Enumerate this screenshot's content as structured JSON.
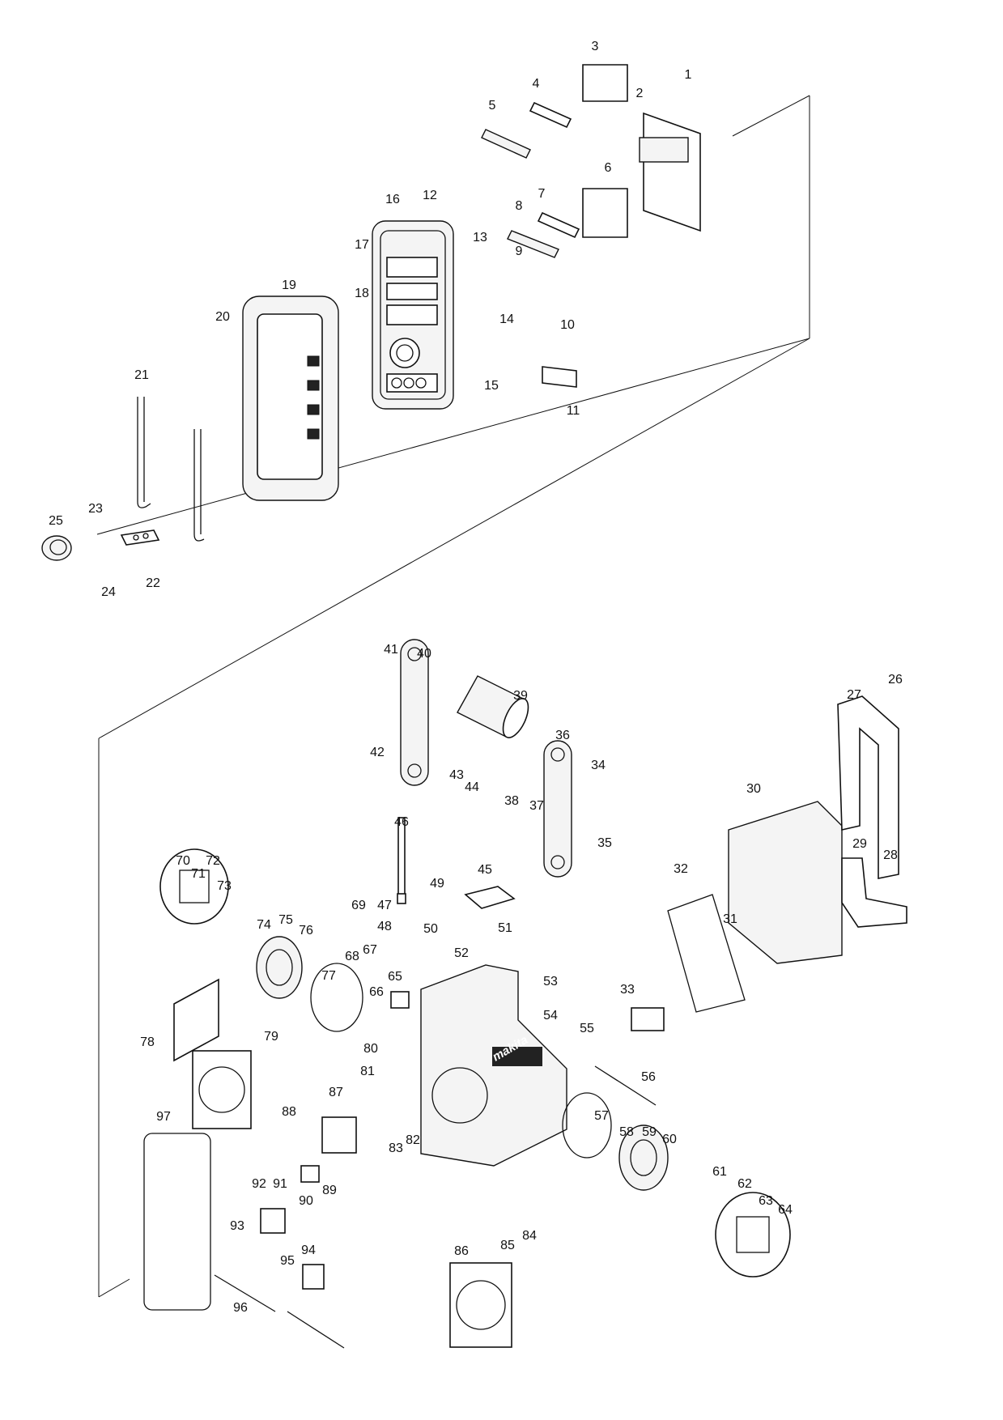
{
  "diagram": {
    "type": "exploded-parts-diagram",
    "brand_logo_text": "makita",
    "part_numbers": [
      "1",
      "2",
      "3",
      "4",
      "5",
      "6",
      "7",
      "8",
      "9",
      "10",
      "11",
      "12",
      "13",
      "14",
      "15",
      "16",
      "17",
      "18",
      "19",
      "20",
      "21",
      "22",
      "23",
      "24",
      "25",
      "26",
      "27",
      "28",
      "29",
      "30",
      "31",
      "32",
      "33",
      "34",
      "35",
      "36",
      "37",
      "38",
      "39",
      "40",
      "41",
      "42",
      "43",
      "44",
      "45",
      "46",
      "47",
      "48",
      "49",
      "50",
      "51",
      "52",
      "53",
      "54",
      "55",
      "56",
      "57",
      "58",
      "59",
      "60",
      "61",
      "62",
      "63",
      "64",
      "65",
      "66",
      "67",
      "68",
      "69",
      "70",
      "71",
      "72",
      "73",
      "74",
      "75",
      "76",
      "77",
      "78",
      "79",
      "80",
      "81",
      "82",
      "83",
      "84",
      "85",
      "86",
      "87",
      "88",
      "89",
      "90",
      "91",
      "92",
      "93",
      "94",
      "95",
      "96",
      "97"
    ],
    "line_color": "#111111",
    "background_color": "#ffffff"
  }
}
